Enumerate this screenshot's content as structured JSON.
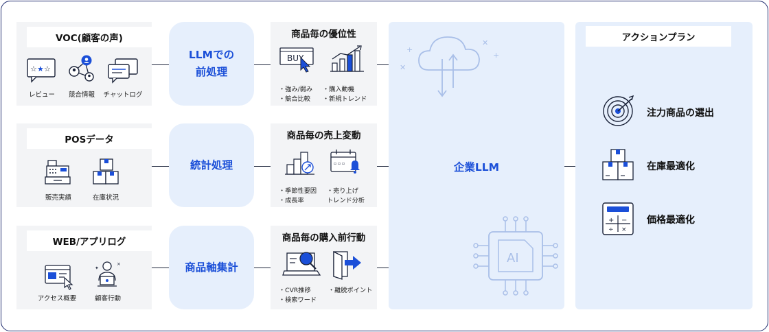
{
  "sources": [
    {
      "title": "VOC(顧客の声)",
      "items": [
        "レビュー",
        "競合情報",
        "チャットログ"
      ]
    },
    {
      "title": "POSデータ",
      "items": [
        "販売実績",
        "在庫状況"
      ]
    },
    {
      "title": "WEB/アプリログ",
      "items": [
        "アクセス概要",
        "顧客行動"
      ]
    }
  ],
  "processes": [
    {
      "line1": "LLMでの",
      "line2": "前処理"
    },
    {
      "line1": "統計処理",
      "line2": ""
    },
    {
      "line1": "商品軸集計",
      "line2": ""
    }
  ],
  "analyses": [
    {
      "title": "商品毎の優位性",
      "icon_text": "BUY",
      "col1": [
        "・強み/弱み",
        "・競合比較"
      ],
      "col2": [
        "・購入動機",
        "・新規トレンド"
      ]
    },
    {
      "title": "商品毎の売上変動",
      "col1": [
        "・季節性要因",
        "・成長率"
      ],
      "col2": [
        "・売り上げ",
        "トレンド分析"
      ]
    },
    {
      "title": "商品毎の購入前行動",
      "col1": [
        "・CVR推移",
        "・検索ワード"
      ],
      "col2": [
        "・離脱ポイント"
      ]
    }
  ],
  "llm": {
    "label": "企業LLM",
    "chip_text": "AI"
  },
  "action_plan": {
    "title": "アクションプラン",
    "items": [
      "注力商品の選出",
      "在庫最適化",
      "価格最適化"
    ]
  },
  "colors": {
    "accent": "#1b4fd8",
    "panel": "#e6effc",
    "source_bg": "#f3f4f6",
    "ink": "#1a2238"
  }
}
